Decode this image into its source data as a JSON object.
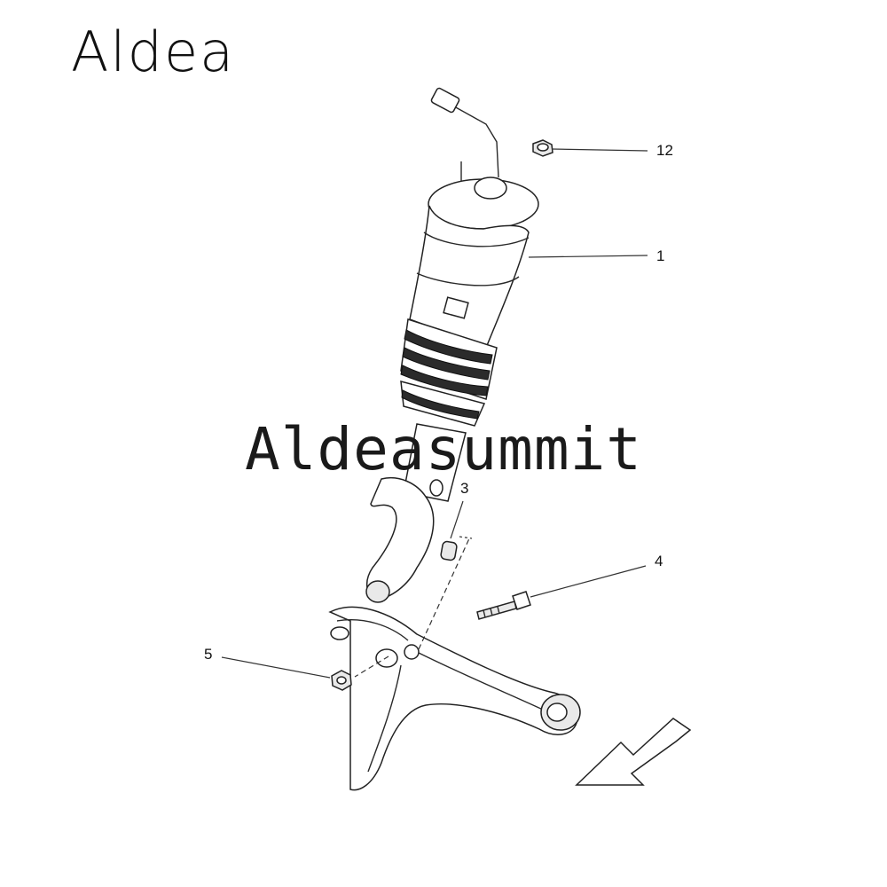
{
  "logo": {
    "text": "Aldea"
  },
  "watermark": {
    "text": "Aldeasummit"
  },
  "callouts": [
    {
      "id": "12",
      "label": "12"
    },
    {
      "id": "1",
      "label": "1"
    },
    {
      "id": "3",
      "label": "3"
    },
    {
      "id": "4",
      "label": "4"
    },
    {
      "id": "5",
      "label": "5"
    }
  ]
}
